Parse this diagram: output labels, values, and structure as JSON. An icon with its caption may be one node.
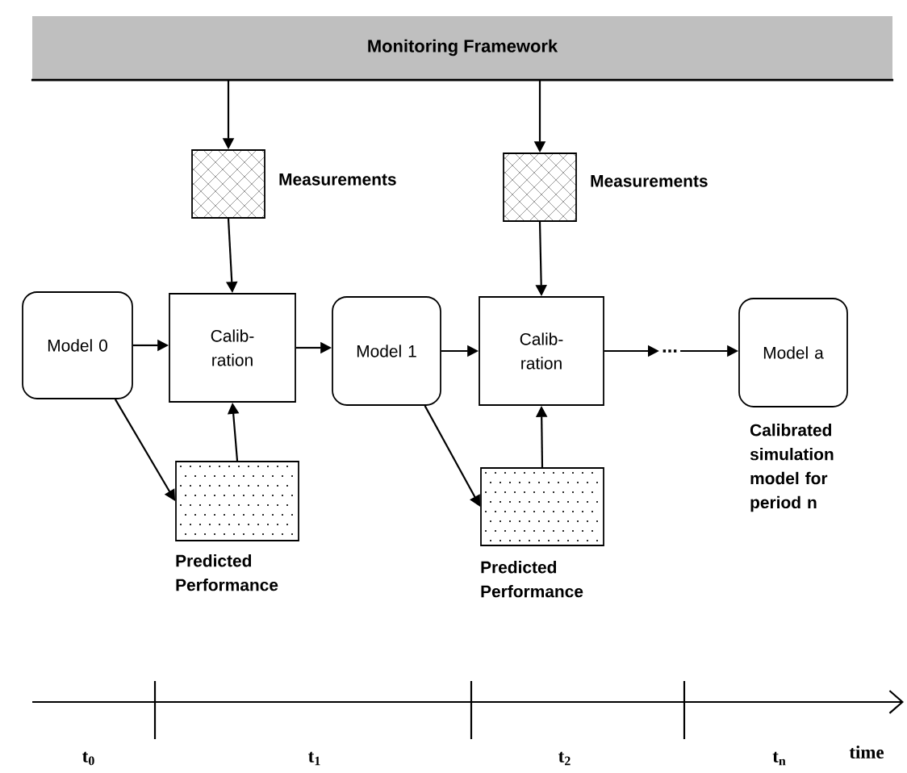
{
  "diagram": {
    "nodes": [
      {
        "text": [
          "Monitoring Framework"
        ]
      },
      {
        "text": [],
        "shape": "box",
        "beside": [
          "Measurements"
        ]
      },
      {
        "text": [],
        "shape": "box",
        "beside": [
          "Measurements"
        ]
      },
      {
        "text": [
          "Model 0"
        ]
      },
      {
        "text": [
          "Calib- ration"
        ]
      },
      {
        "text": [
          "Model 1"
        ]
      },
      {
        "text": [
          "Calib- ration"
        ]
      },
      {
        "text": [
          "..."
        ]
      },
      {
        "text": [
          "Model a"
        ],
        "beside": [
          "Calibrated simulation model for period n"
        ]
      },
      {
        "text": [],
        "shape": "box",
        "beside": [
          "Predicted Performance"
        ]
      },
      {
        "text": [],
        "shape": "box",
        "beside": [
          "Predicted Performance"
        ]
      }
    ],
    "edges": [
      {
        "from": 0,
        "to": 1,
        "arrow": "to"
      },
      {
        "from": 1,
        "to": 4,
        "arrow": "to"
      },
      {
        "from": 0,
        "to": 2,
        "arrow": "to"
      },
      {
        "from": 2,
        "to": 6,
        "arrow": "to"
      },
      {
        "from": 3,
        "to": 4,
        "arrow": "to"
      },
      {
        "from": 4,
        "to": 5,
        "arrow": "to"
      },
      {
        "from": 5,
        "to": 6,
        "arrow": "to"
      },
      {
        "from": 6,
        "to": 7,
        "arrow": "to"
      },
      {
        "from": 7,
        "to": 8,
        "arrow": "to"
      },
      {
        "from": 3,
        "to": 9,
        "arrow": "to"
      },
      {
        "from": 9,
        "to": 4,
        "arrow": "to"
      },
      {
        "from": 5,
        "to": 10,
        "arrow": "to"
      },
      {
        "from": 10,
        "to": 6,
        "arrow": "to"
      }
    ],
    "labels": [
      "t$_{0}$",
      "t$_{1}$",
      "t$_{2}$",
      "t$_{n}$",
      "time"
    ]
  }
}
